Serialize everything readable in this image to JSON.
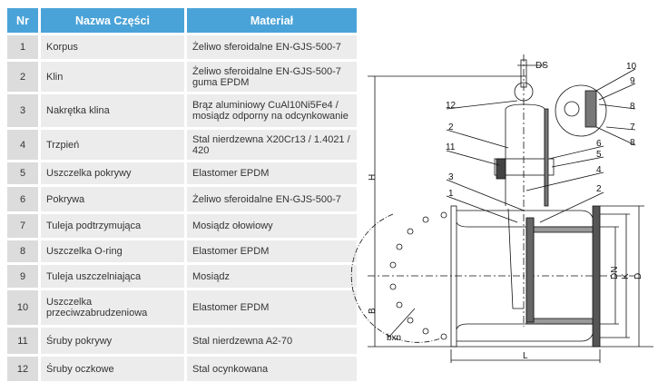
{
  "table": {
    "headers": {
      "nr": "Nr",
      "name": "Nazwa Części",
      "material": "Materiał"
    },
    "rows": [
      {
        "nr": "1",
        "name": "Korpus",
        "material": "Żeliwo sferoidalne EN-GJS-500-7"
      },
      {
        "nr": "2",
        "name": "Klin",
        "material": "Żeliwo sferoidalne EN-GJS-500-7 guma EPDM"
      },
      {
        "nr": "3",
        "name": "Nakrętka klina",
        "material": "Brąz aluminiowy CuAl10Ni5Fe4 / mosiądz odporny na odcynkowanie"
      },
      {
        "nr": "4",
        "name": "Trzpień",
        "material": "Stal nierdzewna X20Cr13 / 1.4021 / 420"
      },
      {
        "nr": "5",
        "name": "Uszczelka pokrywy",
        "material": "Elastomer EPDM"
      },
      {
        "nr": "6",
        "name": "Pokrywa",
        "material": "Żeliwo sferoidalne EN-GJS-500-7"
      },
      {
        "nr": "7",
        "name": "Tuleja podtrzymująca",
        "material": "Mosiądz ołowiowy"
      },
      {
        "nr": "8",
        "name": "Uszczelka O-ring",
        "material": "Elastomer EPDM"
      },
      {
        "nr": "9",
        "name": "Tuleja uszczelniająca",
        "material": "Mosiądz"
      },
      {
        "nr": "10",
        "name": "Uszczelka przeciwzabrudzeniowa",
        "material": "Elastomer EPDM"
      },
      {
        "nr": "11",
        "name": "Śruby pokrywy",
        "material": "Stal nierdzewna A2-70"
      },
      {
        "nr": "12",
        "name": "Śruby oczkowe",
        "material": "Stal ocynkowana"
      }
    ]
  },
  "drawing": {
    "labels": {
      "ds": "DS",
      "h": "H",
      "b": "B",
      "l": "L",
      "dn": "DN",
      "k": "K",
      "d": "D",
      "bxn": "bxn"
    },
    "callouts": [
      "10",
      "9",
      "8",
      "7",
      "8",
      "12",
      "2",
      "11",
      "6",
      "5",
      "4",
      "3",
      "1",
      "2"
    ]
  },
  "colors": {
    "header": "#4aa3d8",
    "row": "#ececec",
    "nr_cell": "#dcdcdc"
  }
}
